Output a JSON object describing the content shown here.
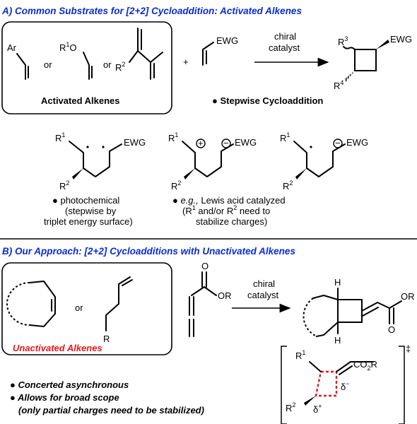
{
  "colors": {
    "heading": "#0a2bd6",
    "accent": "#e8151b",
    "ink": "#000000"
  },
  "sectionA": {
    "title": "A) Common Substrates for [2+2] Cycloaddition: Activated Alkenes",
    "ar": "Ar",
    "or1": "or",
    "r1": "R",
    "r1sup": "1",
    "oAtom": "O",
    "or2": "or",
    "r2": "R",
    "r2sup": "2",
    "plus": "+",
    "ewg": "EWG",
    "catalystLine1": "chiral",
    "catalystLine2": "catalyst",
    "boxLabel": "Activated Alkenes",
    "product": {
      "r3": "R",
      "r3sup": "3",
      "ewg": "EWG",
      "r4": "R",
      "r4sup": "4"
    },
    "stepwise": "● Stepwise Cycloaddition",
    "intermediates": [
      {
        "r1": "R",
        "r1sup": "1",
        "ewg": "EWG",
        "r2": "R",
        "r2sup": "2"
      },
      {
        "r1": "R",
        "r1sup": "1",
        "ewg": "EWG",
        "r2": "R",
        "r2sup": "2",
        "plus": "+",
        "minus": "−"
      },
      {
        "r1": "R",
        "r1sup": "1",
        "ewg": "EWG",
        "r2": "R",
        "r2sup": "2",
        "minus": "−"
      }
    ],
    "note1": [
      "● photochemical",
      "(stepwise by",
      "triplet energy surface)"
    ],
    "note2": {
      "bullet": "● ",
      "eg": "e.g.,",
      "rest": " Lewis acid catalyzed",
      "line2a": "(R",
      "line2sup1": "1",
      "line2b": " and/or R",
      "line2sup2": "2",
      "line2c": " need to",
      "line3": "stabilize charges)"
    }
  },
  "sectionB": {
    "title": "B) Our Approach: [2+2] Cycloadditions with Unactivated Alkenes",
    "or": "or",
    "r": "R",
    "boxLabel": "Unactivated Alkenes",
    "allene": {
      "o": "O",
      "or": "OR"
    },
    "catalystLine1": "chiral",
    "catalystLine2": "catalyst",
    "product": {
      "h1": "H",
      "h2": "H",
      "or": "OR",
      "o": "O"
    },
    "ts": {
      "r1": "R",
      "r1sup": "1",
      "co2r": "CO",
      "co2rsub": "2",
      "co2rtail": "R",
      "r2": "R",
      "r2sup": "2",
      "dplus": "δ",
      "dplussup": "+",
      "dminus": "δ",
      "dminussup": "−",
      "dagger": "‡"
    },
    "bullets": [
      "● Concerted asynchronous",
      "● Allows for broad scope",
      "(only partial charges need to be stabilized)"
    ]
  }
}
